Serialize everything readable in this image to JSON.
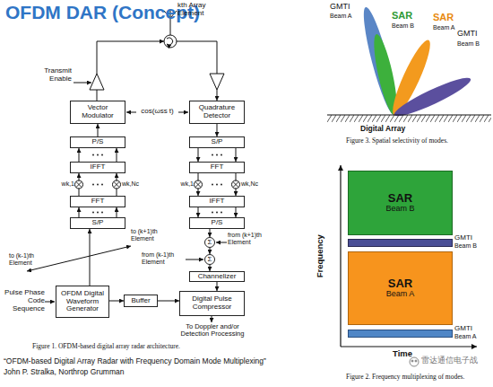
{
  "diagram": {
    "title": "OFDM DAR (Concept)",
    "nodes": [
      {
        "text": [
          "Vector Modulator"
        ]
      },
      {
        "text": [
          "Quadrature Detector"
        ]
      },
      {
        "text": [
          "P/S"
        ]
      },
      {
        "text": [
          "S/P"
        ]
      },
      {
        "text": [
          "IFFT"
        ]
      },
      {
        "text": [
          "FFT"
        ]
      },
      {
        "text": [
          "FFT"
        ]
      },
      {
        "text": [
          "IFFT"
        ]
      },
      {
        "text": [
          "S/P"
        ]
      },
      {
        "text": [
          "P/S"
        ]
      },
      {
        "text": [
          "OFDM Digital Waveform Generator"
        ]
      },
      {
        "text": [
          "Buffer"
        ]
      },
      {
        "text": [
          "Channelizer"
        ]
      },
      {
        "text": [
          "Digital Pulse Compressor"
        ]
      },
      {
        "text": [
          "Σ"
        ]
      },
      {
        "text": [
          "Σ"
        ]
      },
      {
        "text": [
          "SAR",
          "Beam B"
        ]
      },
      {
        "text": [
          "GMTI",
          "Beam B"
        ]
      },
      {
        "text": [
          "SAR",
          "Beam A"
        ]
      },
      {
        "text": [
          "GMTI",
          "Beam A"
        ]
      }
    ],
    "edges": [
      {
        "from": 8,
        "to": 6,
        "arrow": "to"
      },
      {
        "from": 6,
        "to": 4,
        "arrow": "to"
      },
      {
        "from": 4,
        "to": 2,
        "arrow": "to"
      },
      {
        "from": 2,
        "to": 0,
        "arrow": "to"
      },
      {
        "from": 1,
        "to": 3,
        "arrow": "to"
      },
      {
        "from": 3,
        "to": 5,
        "arrow": "to"
      },
      {
        "from": 5,
        "to": 7,
        "arrow": "to"
      },
      {
        "from": 7,
        "to": 9,
        "arrow": "to"
      },
      {
        "from": 9,
        "to": 14,
        "arrow": "to"
      },
      {
        "from": 14,
        "to": 15,
        "arrow": "to"
      },
      {
        "from": 15,
        "to": 12,
        "arrow": "to"
      },
      {
        "from": 12,
        "to": 13,
        "arrow": "to"
      },
      {
        "from": 10,
        "to": 8,
        "arrow": "to"
      },
      {
        "from": 10,
        "to": 11,
        "arrow": "to"
      },
      {
        "from": 11,
        "to": 13,
        "arrow": "to"
      }
    ],
    "labels": [
      "kth Array Element",
      "Transmit Enable",
      "cos(ωss t)",
      "wk,1",
      "wk,Nc",
      "wk,1",
      "wk,Nc",
      "to (k-1)th Element",
      "to (k+1)th Element",
      "from (k-1)th Element",
      "from (k+1)th Element",
      "Pulse Phase Code Sequence",
      "To Doppler and/or Detection Processing",
      "Figure 1.  OFDM-based digital array radar architecture.",
      "“OFDM-based Digital Array Radar with Frequency Domain Mode Multiplexing”",
      "John P. Stralka, Northrop Grumman",
      "GMTI",
      "Beam A",
      "SAR",
      "Beam B",
      "SAR",
      "Beam A",
      "GMTI",
      "Beam B",
      "Digital Array",
      "Figure 3.  Spatial selectivity of modes.",
      "Frequency",
      "Time",
      "Figure 2.  Frequency multiplexing of modes.",
      "雷达通信电子战"
    ]
  }
}
